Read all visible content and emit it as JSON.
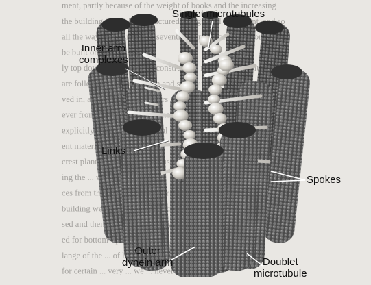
{
  "labels": {
    "singlet": "Singlet microtubules",
    "inner_arm_line1": "Inner arm",
    "inner_arm_line2": "complexes",
    "links": "Links",
    "spokes": "Spokes",
    "outer_line1": "Outer",
    "outer_line2": "dynein arm",
    "doublet_line1": "Doublet",
    "doublet_line2": "microtubule"
  },
  "background_text_lines": [
    "ment, partly because of the weight of books and the increasing",
    "the building had to be restructured: the ground floor went, and so",
    "all the way to the sixth and seventh floor. Successive floors have",
    "be built on piecemeal",
    "ly top down because of the construction management. Blueprints",
    "are followed, ... construction and site equipment",
    "ved in, and ... other contractors",
    "ever from adj... building engineer",
    "explicitly laid... of the material",
    "ent materials... tied gray. Ge",
    "crest planning ... the Internet users",
    "ing the ... within networks do",
    "ces from the floors and ... other aspects of the",
    "building were removed ... and control of entry",
    "sed and then propped ... to carry out the project. The",
    "ed for bottom-up ... outside ... ahead and the",
    "lange of the ... of laboratory ... up",
    "for certain ... very ... we ... never found lateral"
  ],
  "colors": {
    "background": "#e9e7e3",
    "tubule_dark": "#3a3a3a",
    "tubule_mid": "#6a6a6a",
    "bead_light": "#d9d6cf",
    "label_text": "#111111"
  }
}
